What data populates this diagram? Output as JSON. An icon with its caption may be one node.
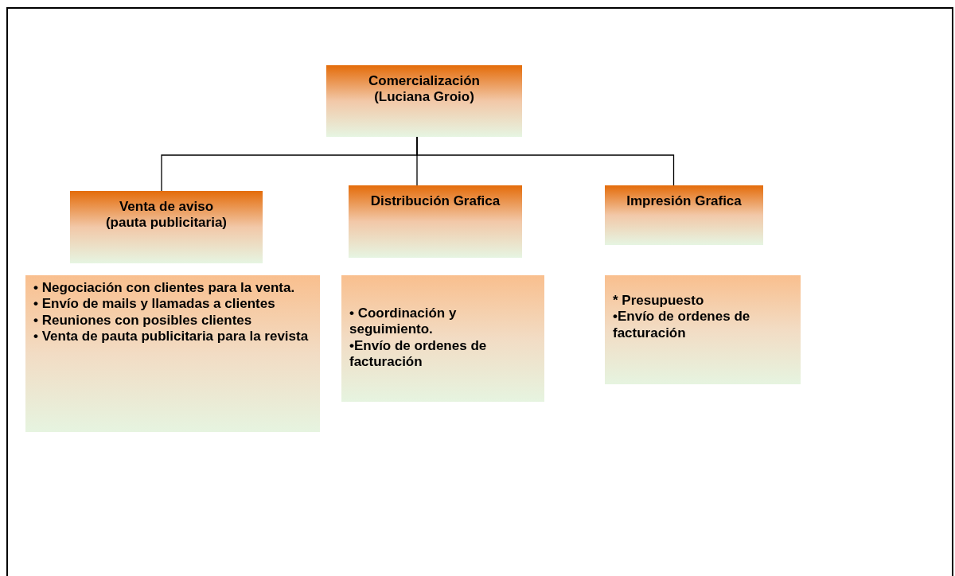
{
  "diagram": {
    "nodes": [
      {
        "text": [
          "Comercialización",
          "(Luciana Groio)"
        ]
      },
      {
        "text": [
          "Venta de aviso",
          "(pauta publicitaria)"
        ]
      },
      {
        "text": [
          "Distribución Grafica"
        ]
      },
      {
        "text": [
          "Impresión Grafica"
        ]
      },
      {
        "text": [
          "• Negociación con clientes para la venta.",
          "• Envío de mails y llamadas a clientes",
          "• Reuniones con posibles clientes",
          "• Venta de pauta publicitaria para la revista"
        ]
      },
      {
        "text": [
          "• Coordinación y seguimiento.",
          "•Envío de ordenes de facturación"
        ]
      },
      {
        "text": [
          "* Presupuesto",
          "•Envío de ordenes de facturación"
        ]
      }
    ],
    "edges": [
      {
        "from": 0,
        "to": 1,
        "arrow": "none"
      },
      {
        "from": 0,
        "to": 2,
        "arrow": "none"
      },
      {
        "from": 0,
        "to": 3,
        "arrow": "none"
      }
    ]
  }
}
